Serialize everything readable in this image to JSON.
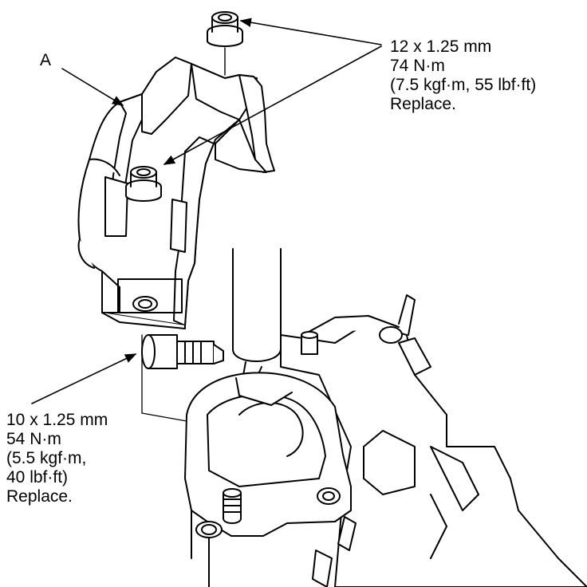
{
  "diagram": {
    "part_label": "A",
    "upper_bolt_spec": {
      "size": "12 x 1.25 mm",
      "torque_nm": "74 N·m",
      "torque_alt": "(7.5 kgf·m, 55 lbf·ft)",
      "note": "Replace."
    },
    "lower_bolt_spec": {
      "size": "10 x 1.25 mm",
      "torque_nm": "54 N·m",
      "torque_alt_1": "(5.5 kgf·m,",
      "torque_alt_2": "40 lbf·ft)",
      "note": "Replace."
    }
  }
}
